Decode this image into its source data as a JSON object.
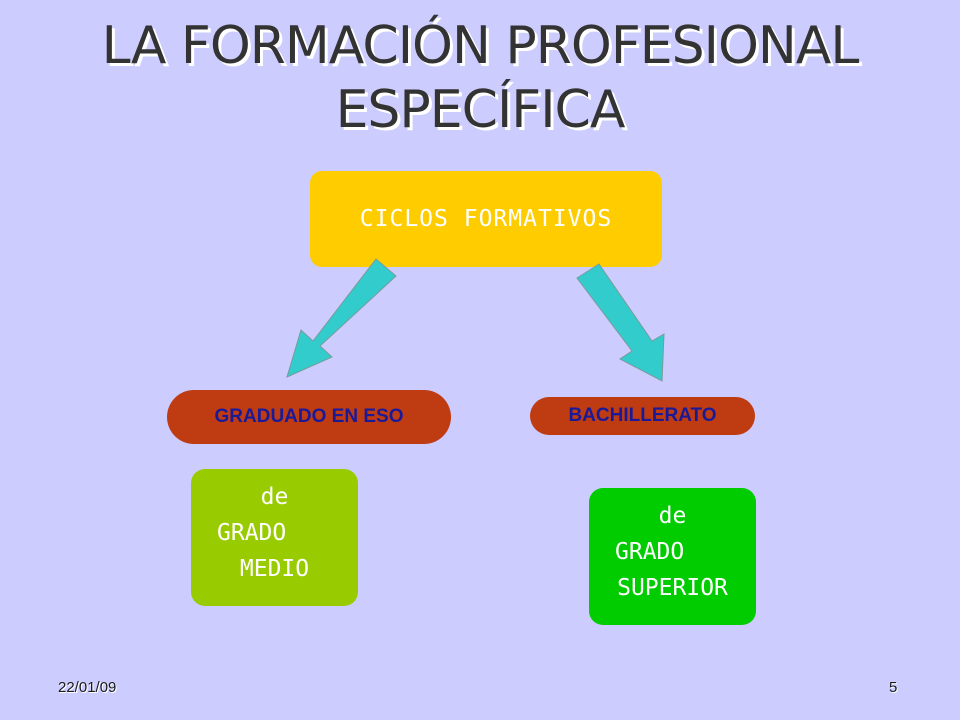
{
  "slide": {
    "title_line1": "LA FORMACIÓN PROFESIONAL",
    "title_line2": "ESPECÍFICA",
    "footer_date": "22/01/09",
    "footer_page": "5"
  },
  "diagram": {
    "root": "CICLOS FORMATIVOS",
    "left_requirement": "GRADUADO EN ESO",
    "right_requirement": "BACHILLERATO",
    "left_level": {
      "line1": "de",
      "line2": "GRADO",
      "line3": "MEDIO"
    },
    "right_level": {
      "line1": "de",
      "line2": "GRADO",
      "line3": "SUPERIOR"
    }
  },
  "colors": {
    "background": "#ccccff",
    "root_box": "#ffcc00",
    "requirement_pill": "#bf3b12",
    "requirement_text": "#1a1a99",
    "arrow": "#33cccc",
    "medio_box": "#99cc00",
    "superior_box": "#00cc00"
  }
}
